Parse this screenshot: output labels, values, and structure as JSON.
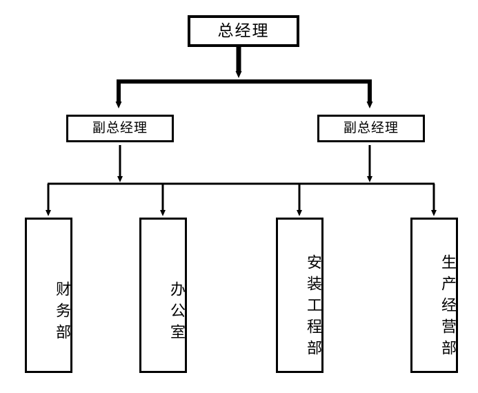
{
  "diagram": {
    "type": "organization-chart",
    "orientation": "top-down",
    "colors": {
      "line": "#000000",
      "box_border": "#000000",
      "box_fill": "#ffffff",
      "text": "#000000",
      "background": "#ffffff"
    },
    "levels": [
      {
        "level": 1,
        "nodes": [
          {
            "id": "gm",
            "label": "总经理"
          }
        ]
      },
      {
        "level": 2,
        "nodes": [
          {
            "id": "dgm-left",
            "label": "副总经理"
          },
          {
            "id": "dgm-right",
            "label": "副总经理"
          }
        ]
      },
      {
        "level": 3,
        "nodes": [
          {
            "id": "dept-finance",
            "label": "财务部"
          },
          {
            "id": "dept-office",
            "label": "办公室"
          },
          {
            "id": "dept-installation",
            "label": "安装工程部"
          },
          {
            "id": "dept-production",
            "label": "生产经营部"
          }
        ]
      }
    ],
    "edges": [
      {
        "from": "gm",
        "to": "dgm-left",
        "style": "thick-arrow"
      },
      {
        "from": "gm",
        "to": "dgm-right",
        "style": "thick-arrow"
      },
      {
        "from": "dgm-left",
        "to": "bus-level3",
        "style": "thin-arrow"
      },
      {
        "from": "dgm-right",
        "to": "bus-level3",
        "style": "thin-arrow"
      },
      {
        "from": "bus-level3",
        "to": "dept-finance",
        "style": "thin-arrow"
      },
      {
        "from": "bus-level3",
        "to": "dept-office",
        "style": "thin-arrow"
      },
      {
        "from": "bus-level3",
        "to": "dept-installation",
        "style": "thin-arrow"
      },
      {
        "from": "bus-level3",
        "to": "dept-production",
        "style": "thin-arrow"
      }
    ]
  }
}
